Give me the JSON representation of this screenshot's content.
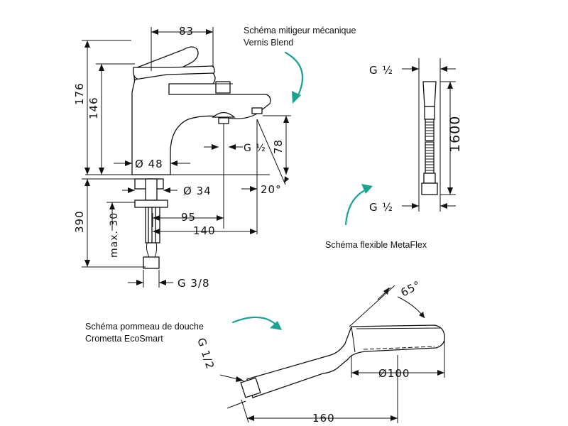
{
  "captions": {
    "mixer_line1": "Schéma mitigeur mécanique",
    "mixer_line2": "Vernis Blend",
    "hose": "Schéma flexible MetaFlex",
    "shower_line1": "Schéma pommeau de douche",
    "shower_line2": "Crometta EcoSmart"
  },
  "mixer_dims": {
    "width_top": "83",
    "height_total": "176",
    "height_body": "146",
    "diameter_base": "Ø 48",
    "diameter_shank": "Ø 34",
    "spout_thread": "G ½",
    "spout_height": "78",
    "angle": "20°",
    "depth_390": "390",
    "max_30": "max. 30",
    "dist_95": "95",
    "dist_140": "140",
    "connection": "G 3/8"
  },
  "hose_dims": {
    "thread_top": "G ½",
    "length": "1600",
    "thread_bottom": "G ½"
  },
  "shower_dims": {
    "thread": "G 1/2",
    "angle": "65°",
    "diameter": "Ø100",
    "length": "160"
  }
}
